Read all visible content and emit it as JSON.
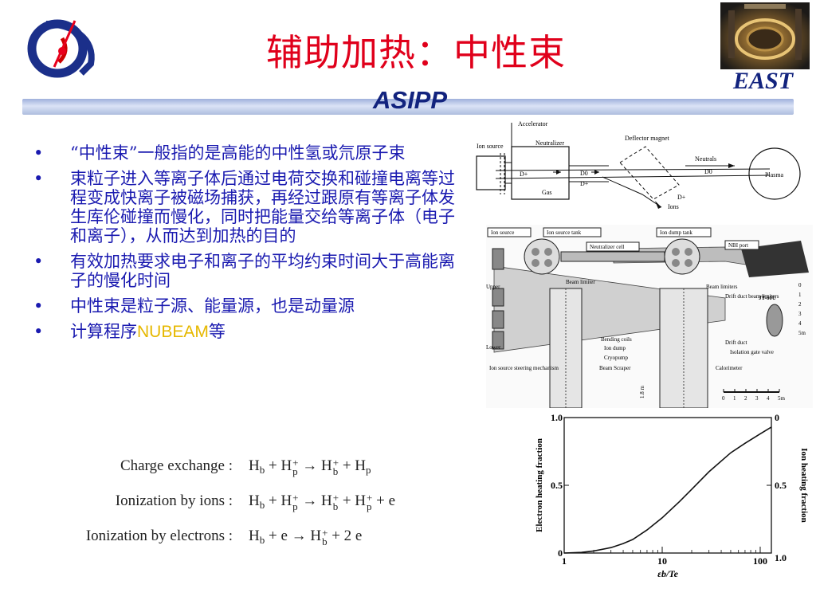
{
  "header": {
    "title": "辅助加热：中性束",
    "org": "ASIPP",
    "project": "EAST"
  },
  "bullets": [
    {
      "text": "“中性束”一般指的是高能的中性氢或氘原子束"
    },
    {
      "text": "束粒子进入等离子体后通过电荷交换和碰撞电离等过程变成快离子被磁场捕获，再经过跟原有等离子体发生库伦碰撞而慢化，同时把能量交给等离子体（电子和离子），从而达到加热的目的"
    },
    {
      "text": "有效加热要求电子和离子的平均约束时间大于高能离子的慢化时间"
    },
    {
      "text": "中性束是粒子源、能量源，也是动量源"
    },
    {
      "text_before": "计算程序",
      "highlight": "NUBEAM",
      "text_after": "等"
    }
  ],
  "equations": [
    {
      "label": "Charge exchange :",
      "formula": "Hb + Hp+ → Hb+ + Hp"
    },
    {
      "label": "Ionization by ions :",
      "formula": "Hb + Hp+ → Hb+ + Hp+ + e"
    },
    {
      "label": "Ionization by electrons :",
      "formula": "Hb + e → Hb+ + 2 e"
    }
  ],
  "schematic": {
    "labels": {
      "accelerator": "Accelerator",
      "ion_source": "Ion source",
      "neutralizer": "Neutralizer",
      "deflector": "Deflector magnet",
      "neutrals": "Neutrals",
      "plasma": "Plasma",
      "gas": "Gas",
      "ions": "Ions",
      "d_plus": "D+",
      "d_zero": "D0"
    }
  },
  "injector": {
    "labels": [
      "Ion source",
      "Ion source tank",
      "Ion dump tank",
      "NBI port",
      "Neutralizer cell",
      "Beam limiter",
      "Beam limiters",
      "Drift duct beam limiters",
      "Upper",
      "Lower",
      "JT-60U",
      "Bending coils",
      "Ion dump",
      "Cryopump",
      "Beam Scraper",
      "Drift duct",
      "Isolation gate valve",
      "Calorimeter",
      "Ion source steering mechanism",
      "1.8 m"
    ],
    "scale_ticks": [
      "0",
      "1",
      "2",
      "3",
      "4",
      "5m"
    ],
    "vert_scale": [
      "0",
      "1",
      "2",
      "3",
      "4",
      "5m"
    ]
  },
  "chart_data": {
    "type": "line",
    "xlabel": "εb/Te",
    "ylabel": "Electron heating fraction",
    "ylabel_right": "Ion heating fraction",
    "x_scale": "log",
    "xlim": [
      1,
      130
    ],
    "ylim": [
      0,
      1.0
    ],
    "x_ticks": [
      "1",
      "10",
      "100"
    ],
    "y_ticks_left": [
      "0",
      "0.5",
      "1.0"
    ],
    "y_ticks_right": [
      "1.0",
      "0.5",
      "0"
    ],
    "series": [
      {
        "x": [
          1,
          1.5,
          2,
          3,
          4,
          5,
          7,
          10,
          15,
          20,
          30,
          50,
          70,
          100,
          130
        ],
        "y": [
          0.0,
          0.005,
          0.015,
          0.04,
          0.07,
          0.1,
          0.17,
          0.26,
          0.38,
          0.47,
          0.6,
          0.74,
          0.81,
          0.88,
          0.93
        ]
      }
    ],
    "grid": false,
    "colors": {
      "line": "#111111"
    }
  }
}
